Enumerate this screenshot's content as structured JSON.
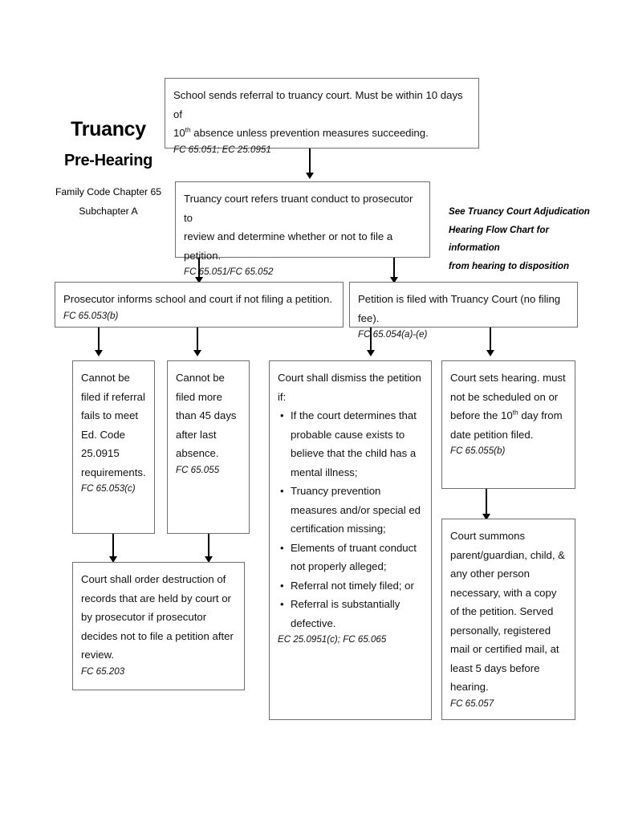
{
  "document": {
    "title_main": "Truancy",
    "title_sub": "Pre-Hearing",
    "code_line1": "Family Code Chapter 65",
    "code_line2": "Subchapter A"
  },
  "side_note": {
    "line1": "See Truancy Court Adjudication",
    "line2": "Hearing Flow Chart for information",
    "line3": "from hearing to disposition"
  },
  "boxes": {
    "school_referral": {
      "text_a": "School sends referral to truancy court. Must be within 10 days of",
      "text_b_pre": "10",
      "text_b_sup": "th",
      "text_b_post": " absence unless prevention measures succeeding.",
      "cite": "FC 65.051; EC 25.0951"
    },
    "court_refers": {
      "text_a": "Truancy court refers truant conduct to prosecutor to",
      "text_b": "review and determine whether or not to file a petition.",
      "cite": "FC 65.051/FC 65.052"
    },
    "prosecutor_informs": {
      "text": "Prosecutor informs school and court if not filing a petition.",
      "cite": "FC 65.053(b)"
    },
    "petition_filed": {
      "text": "Petition is filed with Truancy Court (no filing fee).",
      "cite": "FC 65.054(a)-(e)"
    },
    "cannot_file_ed_code": {
      "text": "Cannot be filed if referral fails to meet Ed. Code 25.0915 requirements.",
      "cite": "FC 65.053(c)"
    },
    "cannot_file_45_days": {
      "text": "Cannot be filed more than 45 days after last absence.",
      "cite": "FC 65.055"
    },
    "court_dismiss": {
      "heading": "Court shall dismiss the petition if:",
      "bullets": [
        "If the court determines that probable cause exists to believe that the child has a mental illness;",
        "Truancy prevention measures and/or special ed certification missing;",
        "Elements of truant conduct not properly alleged;",
        "Referral not timely filed; or",
        "Referral is substantially defective."
      ],
      "cite": "EC 25.0951(c); FC 65.065"
    },
    "court_sets_hearing": {
      "text_a": "Court sets hearing. must not be scheduled on or before the 10",
      "text_sup": "th",
      "text_b": " day from date petition filed.",
      "cite": "FC 65.055(b)"
    },
    "court_summons": {
      "text": "Court summons parent/guardian, child, & any other person necessary, with a copy of the petition. Served personally, registered mail or certified mail, at least 5 days before hearing.",
      "cite": "FC 65.057"
    },
    "destruction_records": {
      "text": "Court shall order destruction of records that are held by court or by prosecutor if prosecutor decides not to file a petition after review.",
      "cite": "FC 65.203"
    }
  },
  "colors": {
    "box_border": "#6e6e6e",
    "connector": "#000000",
    "background": "#ffffff",
    "text": "#111111"
  }
}
